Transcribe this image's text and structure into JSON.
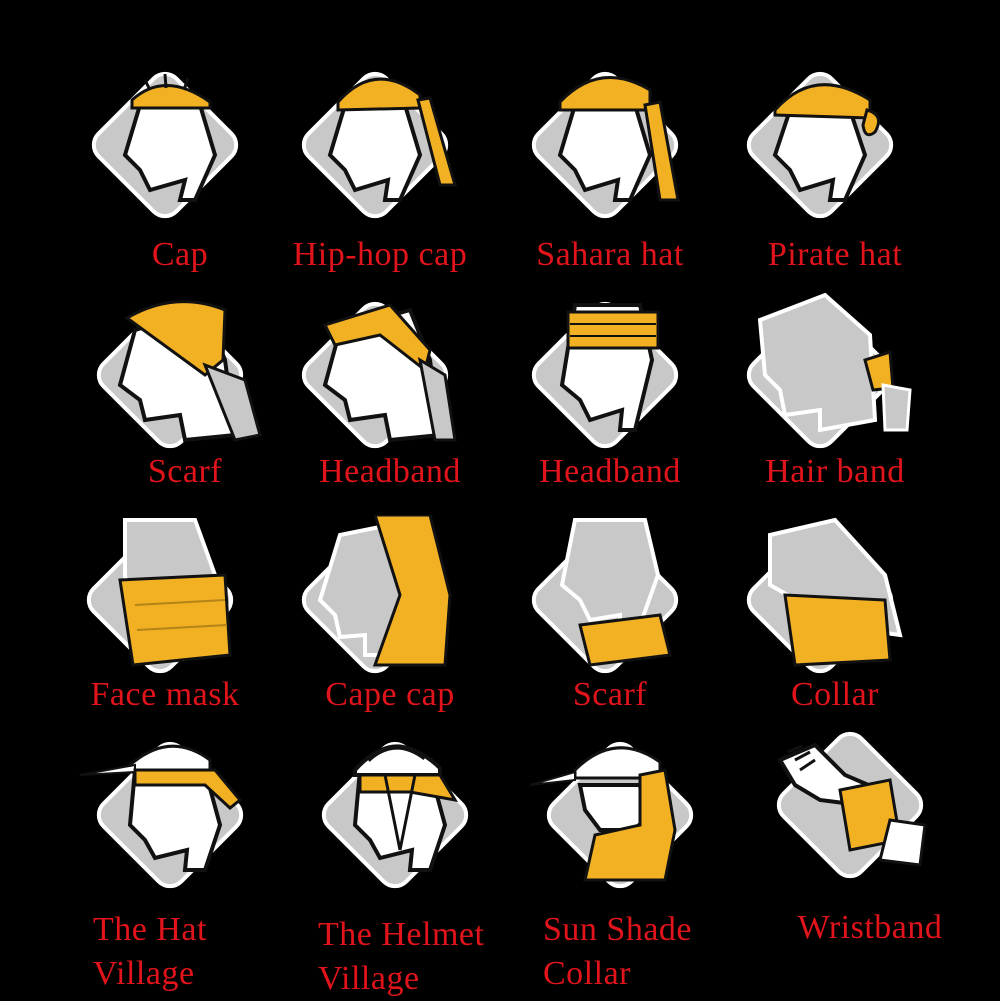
{
  "colors": {
    "background": "#000000",
    "label": "#e0141a",
    "fabric": "#f2b023",
    "board": "#c8c8c8",
    "figure": "#ffffff",
    "outline": "#111111"
  },
  "items": [
    {
      "label": "Cap",
      "icon": "cap-style-icon"
    },
    {
      "label": "Hip-hop cap",
      "icon": "hip-hop-cap-style-icon"
    },
    {
      "label": "Sahara hat",
      "icon": "sahara-hat-style-icon"
    },
    {
      "label": "Pirate hat",
      "icon": "pirate-hat-style-icon"
    },
    {
      "label": "Scarf",
      "icon": "scarf-head-style-icon"
    },
    {
      "label": "Headband",
      "icon": "headband-diagonal-style-icon"
    },
    {
      "label": "Headband",
      "icon": "headband-wide-style-icon"
    },
    {
      "label": "Hair band",
      "icon": "hair-band-style-icon"
    },
    {
      "label": "Face mask",
      "icon": "face-mask-style-icon"
    },
    {
      "label": "Cape cap",
      "icon": "cape-cap-style-icon"
    },
    {
      "label": "Scarf",
      "icon": "scarf-neck-style-icon"
    },
    {
      "label": "Collar",
      "icon": "collar-style-icon"
    },
    {
      "label_line1": "The Hat",
      "label_line2": "Village",
      "icon": "hat-village-style-icon"
    },
    {
      "label_line1": "The Helmet",
      "label_line2": "Village",
      "icon": "helmet-village-style-icon"
    },
    {
      "label_line1": "Sun Shade",
      "label_line2": "Collar",
      "icon": "sun-shade-collar-style-icon"
    },
    {
      "label": "Wristband",
      "icon": "wristband-style-icon"
    }
  ]
}
